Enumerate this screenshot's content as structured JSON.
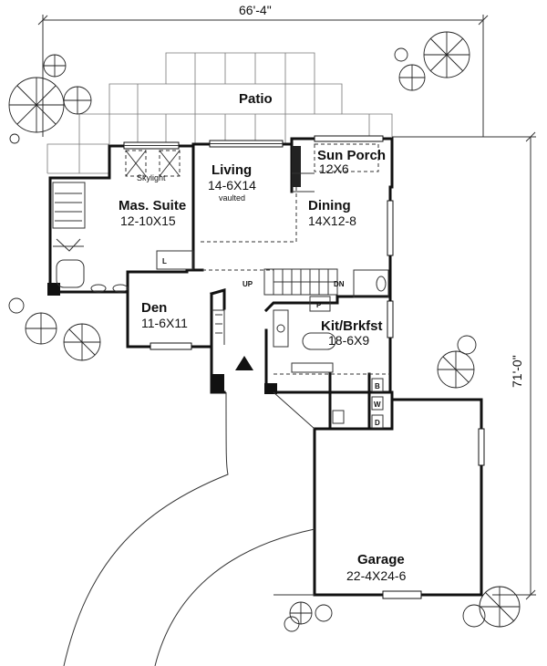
{
  "dimensions": {
    "width_label": "66'-4\"",
    "depth_label": "71'-0\""
  },
  "rooms": {
    "patio": {
      "name": "Patio"
    },
    "sun_porch": {
      "name": "Sun Porch",
      "size": "12X6"
    },
    "living": {
      "name": "Living",
      "size": "14-6X14",
      "note": "vaulted"
    },
    "master_suite": {
      "name": "Mas. Suite",
      "size": "12-10X15",
      "note": "Skylight"
    },
    "dining": {
      "name": "Dining",
      "size": "14X12-8"
    },
    "den": {
      "name": "Den",
      "size": "11-6X11"
    },
    "kitchen": {
      "name": "Kit/Brkfst",
      "size": "18-6X9"
    },
    "garage": {
      "name": "Garage",
      "size": "22-4X24-6"
    }
  },
  "markers": {
    "up": "UP",
    "down": "DN",
    "linen": "L",
    "pantry": "P",
    "bench": "B",
    "washer": "W",
    "dryer": "D"
  }
}
